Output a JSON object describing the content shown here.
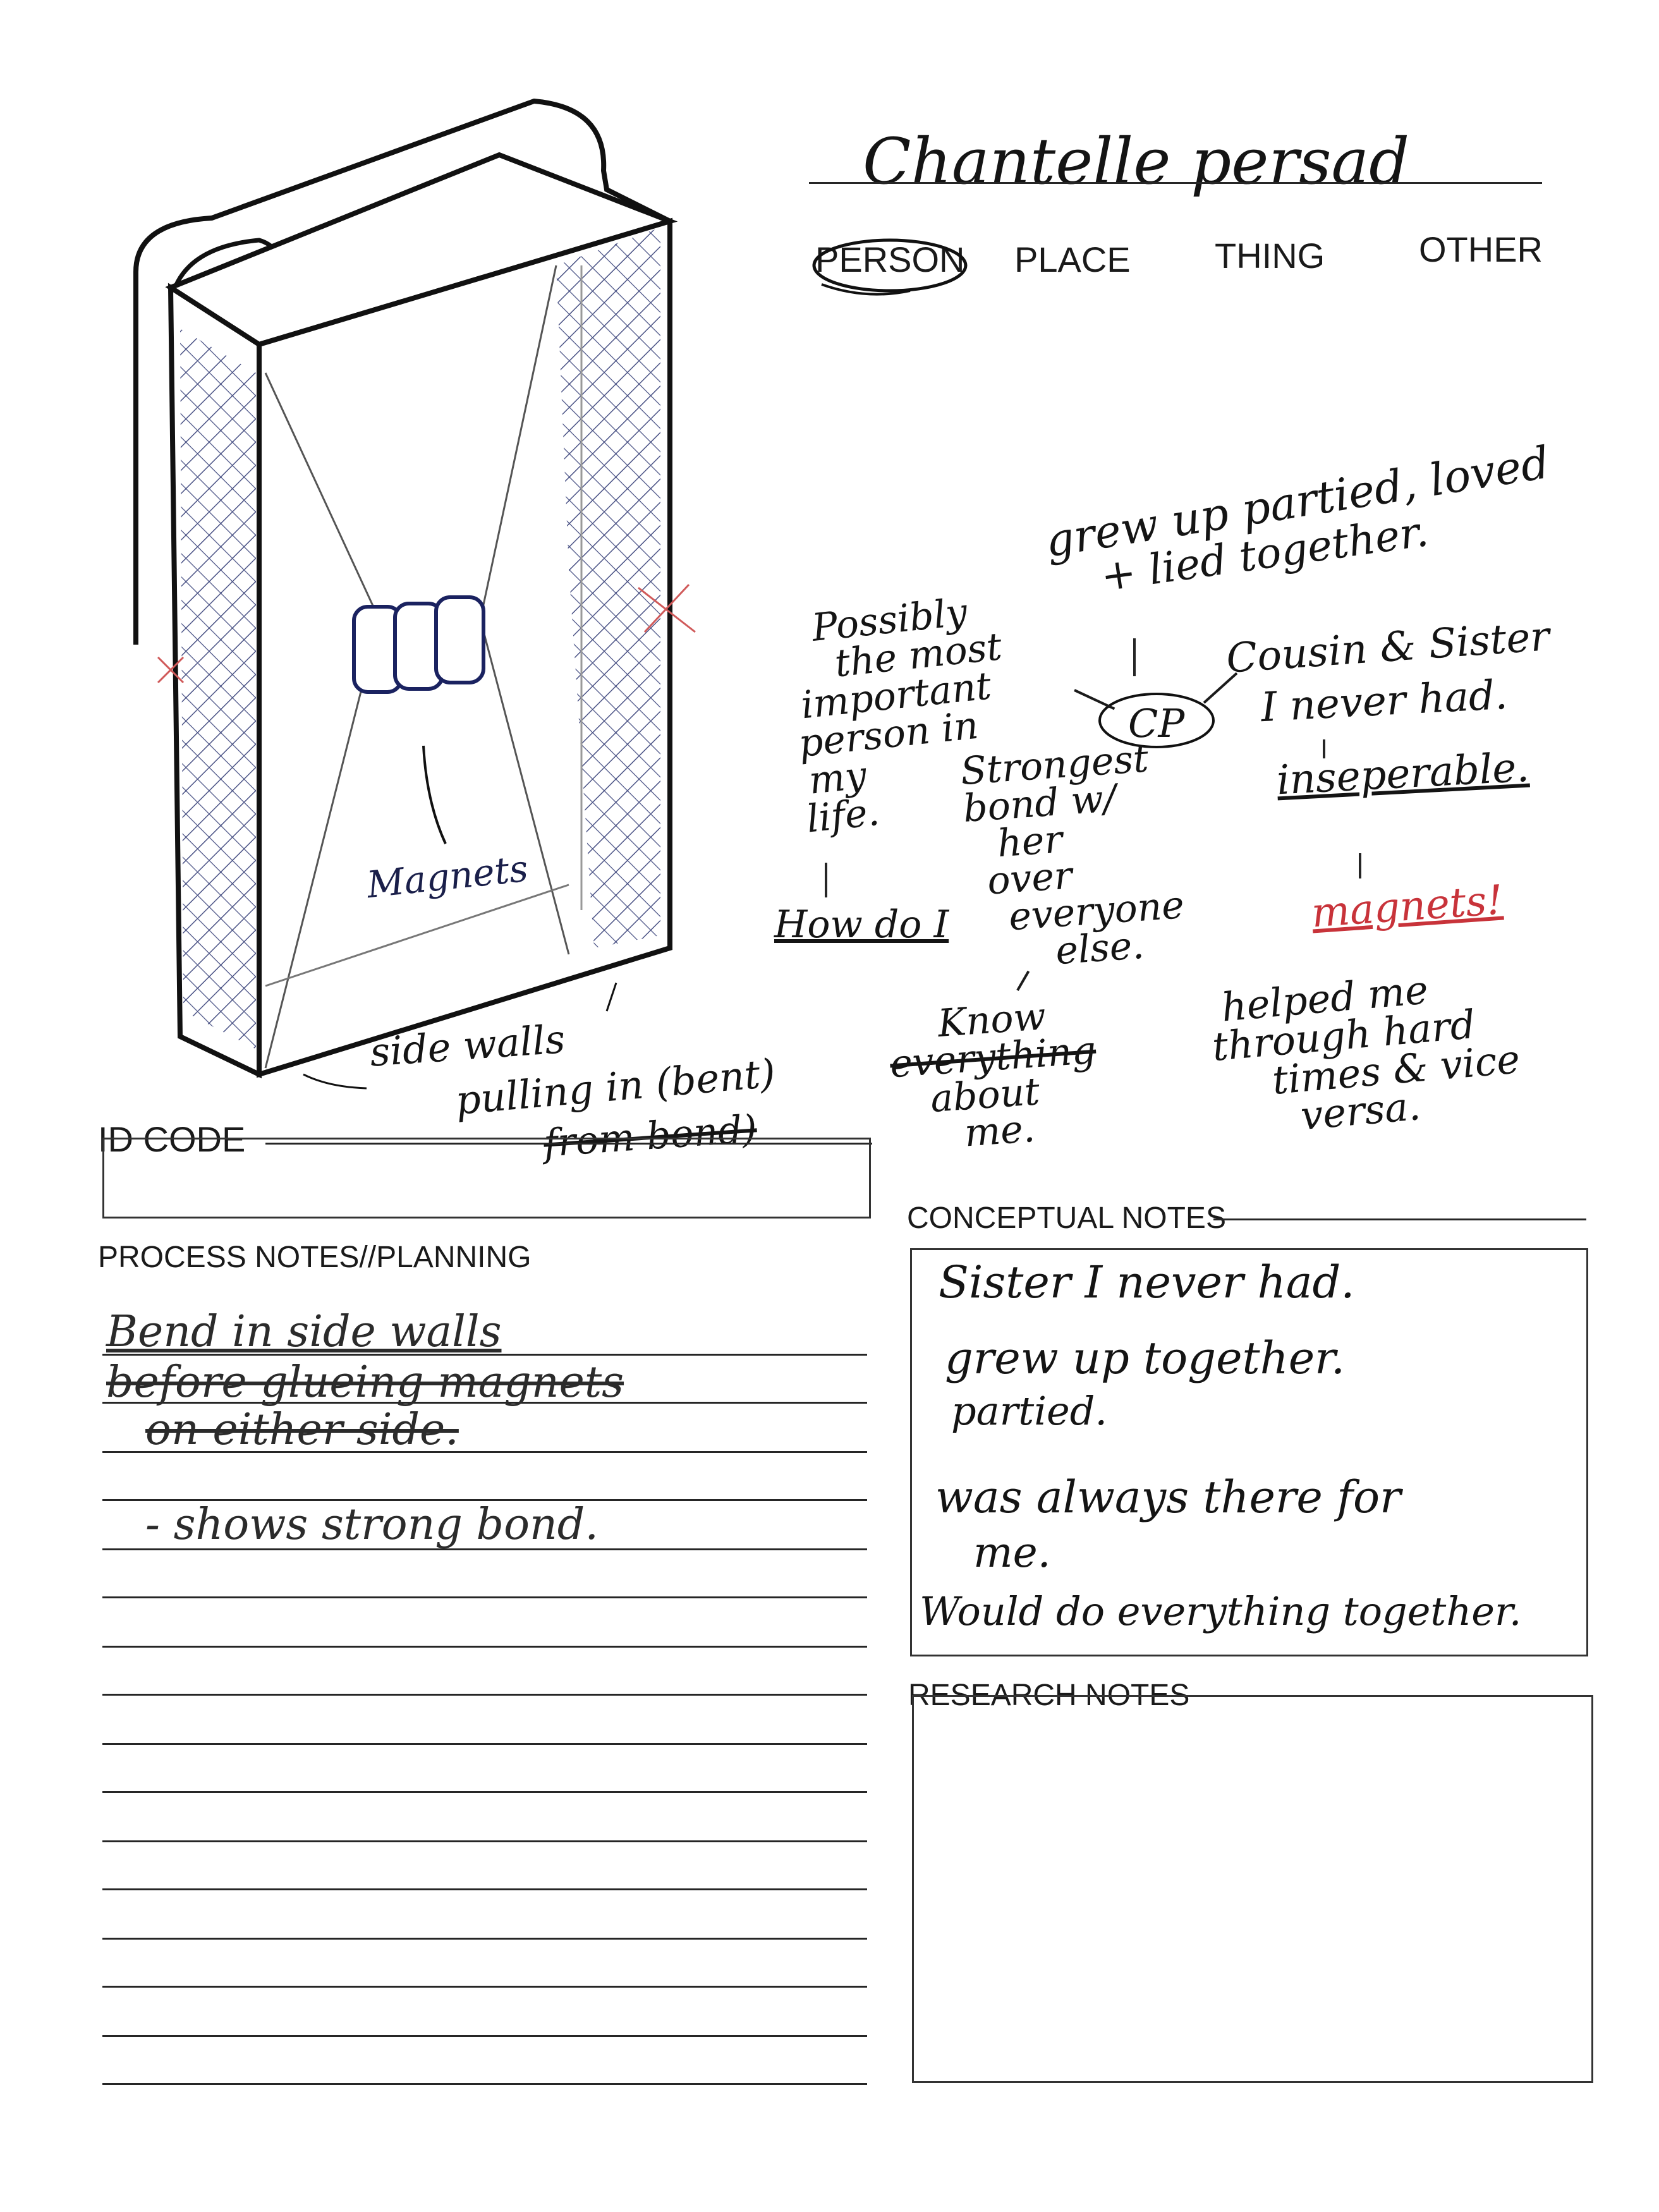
{
  "name": "Chantelle persad",
  "categories": [
    "PERSON",
    "PLACE",
    "THING",
    "OTHER"
  ],
  "selected_category": "PERSON",
  "sketch": {
    "magnets_label": "Magnets",
    "side_walls_note": [
      "side walls",
      "pulling in (bent)",
      "from bond)"
    ]
  },
  "mindmap": {
    "center": "CP",
    "grew_up": [
      "grew up partied, loved",
      "+ lied together."
    ],
    "important": [
      "Possibly",
      "the most",
      "important",
      "person in",
      "my",
      "life."
    ],
    "how_do_i": "How do I",
    "cousin": [
      "Cousin & Sister",
      "I never had."
    ],
    "inseparable": "inseperable.",
    "magnets_red": "magnets!",
    "strongest": [
      "Strongest",
      "bond w/",
      "her",
      "over",
      "everyone",
      "else."
    ],
    "know": [
      "Know",
      "everything",
      "about",
      "me."
    ],
    "helped": [
      "helped me",
      "through hard",
      "times & vice",
      "versa."
    ]
  },
  "id_code": {
    "label": "ID CODE",
    "value": ""
  },
  "process_notes": {
    "label": "PROCESS NOTES//PLANNING",
    "lines": [
      "Bend in side walls",
      "before glueing magnets",
      "on either side.",
      "",
      "- shows strong bond."
    ]
  },
  "conceptual_notes": {
    "label": "CONCEPTUAL NOTES",
    "lines": [
      "Sister I never had.",
      "grew up together.",
      "partied.",
      "was always there for",
      "me.",
      "Would do everything together."
    ]
  },
  "research_notes": {
    "label": "RESEARCH NOTES",
    "value": ""
  }
}
